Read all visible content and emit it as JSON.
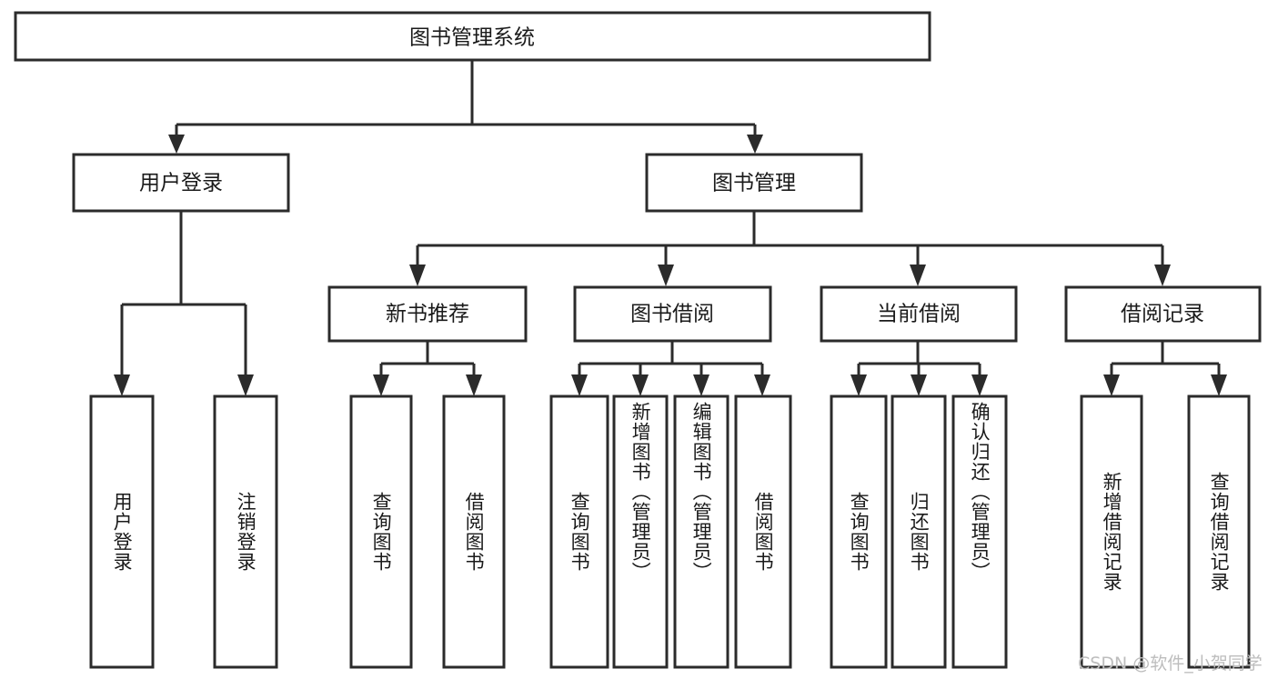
{
  "diagram": {
    "type": "tree",
    "title": "图书管理系统",
    "watermark": "CSDN @软件_小贺同学",
    "colors": {
      "stroke": "#2b2b2b",
      "fill": "#ffffff",
      "text": "#1a1a1a",
      "watermark": "#bdbdbd",
      "background": "#ffffff"
    },
    "root": {
      "label": "图书管理系统"
    },
    "level2": [
      {
        "label": "用户登录"
      },
      {
        "label": "图书管理"
      }
    ],
    "level3": [
      {
        "label": "新书推荐"
      },
      {
        "label": "图书借阅"
      },
      {
        "label": "当前借阅"
      },
      {
        "label": "借阅记录"
      }
    ],
    "leaves": [
      {
        "label": "用户登录",
        "parent": "用户登录"
      },
      {
        "label": "注销登录",
        "parent": "用户登录"
      },
      {
        "label": "查询图书",
        "parent": "新书推荐"
      },
      {
        "label": "借阅图书",
        "parent": "新书推荐"
      },
      {
        "label": "查询图书",
        "parent": "图书借阅"
      },
      {
        "label": "新增图书（管理员）",
        "parent": "图书借阅"
      },
      {
        "label": "编辑图书（管理员）",
        "parent": "图书借阅"
      },
      {
        "label": "借阅图书",
        "parent": "图书借阅"
      },
      {
        "label": "查询图书",
        "parent": "当前借阅"
      },
      {
        "label": "归还图书",
        "parent": "当前借阅"
      },
      {
        "label": "确认归还（管理员）",
        "parent": "当前借阅"
      },
      {
        "label": "新增借阅记录",
        "parent": "借阅记录"
      },
      {
        "label": "查询借阅记录",
        "parent": "借阅记录"
      }
    ]
  }
}
